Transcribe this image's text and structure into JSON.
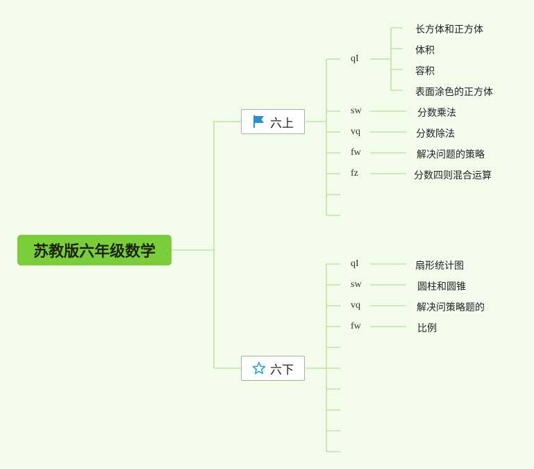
{
  "root": {
    "label": "苏教版六年级数学"
  },
  "branches": [
    {
      "label": "六上",
      "icon": "flag-icon",
      "icon_color": "#2b8fd6",
      "groups": [
        {
          "code": "qI",
          "topics": [
            "长方体和正方体",
            "体积",
            "容积",
            "表面涂色的正方体"
          ]
        },
        {
          "code": "sw",
          "topics": [
            "分数乘法"
          ]
        },
        {
          "code": "vq",
          "topics": [
            "分数除法"
          ]
        },
        {
          "code": "fw",
          "topics": [
            "解决问题的策略"
          ]
        },
        {
          "code": "fz",
          "topics": [
            "分数四则混合运算"
          ]
        }
      ]
    },
    {
      "label": "六下",
      "icon": "star-icon",
      "icon_color": "#2b9fd6",
      "groups": [
        {
          "code": "qI",
          "topics": [
            "扇形统计图"
          ]
        },
        {
          "code": "sw",
          "topics": [
            "圆柱和圆锥"
          ]
        },
        {
          "code": "vq",
          "topics": [
            "解决问策略题的"
          ]
        },
        {
          "code": "fw",
          "topics": [
            "比例"
          ]
        }
      ]
    }
  ],
  "colors": {
    "background": "#f3fbea",
    "line": "#bfe3a3",
    "root_fill": "#7ccd3a"
  }
}
